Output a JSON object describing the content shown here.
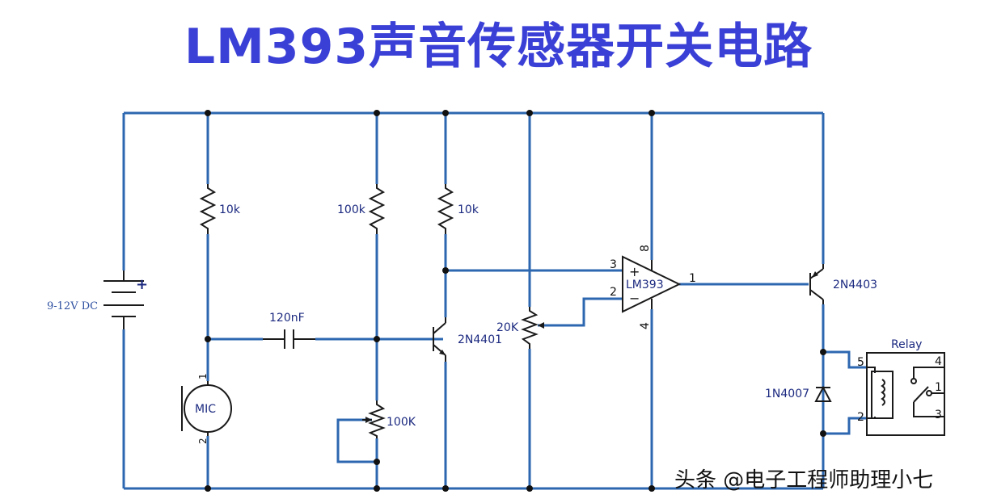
{
  "title": "LM393声音传感器开关电路",
  "watermark": "头条 @电子工程师助理小七",
  "components": {
    "battery": {
      "label": "9-12V DC",
      "polarity": "+"
    },
    "r1": {
      "label": "10k"
    },
    "r2": {
      "label": "100k"
    },
    "r3": {
      "label": "10k"
    },
    "pot_bias": {
      "label": "100K"
    },
    "pot_threshold": {
      "label": "20K"
    },
    "capacitor": {
      "label": "120nF"
    },
    "mic": {
      "label": "MIC",
      "pin1": "1",
      "pin2": "2"
    },
    "q1": {
      "label": "2N4401"
    },
    "q2": {
      "label": "2N4403"
    },
    "comparator": {
      "label": "LM393",
      "plus": "+",
      "minus": "−",
      "pin3": "3",
      "pin2": "2",
      "pin1": "1",
      "pin8": "8",
      "pin4": "4"
    },
    "diode": {
      "label": "1N4007"
    },
    "relay": {
      "label": "Relay",
      "pin5": "5",
      "pin2": "2",
      "pin4": "4",
      "pin1": "1",
      "pin3": "3"
    }
  },
  "colors": {
    "title": "#3a3fd6",
    "wire": "#2d67b0",
    "label": "#1c2a80"
  }
}
